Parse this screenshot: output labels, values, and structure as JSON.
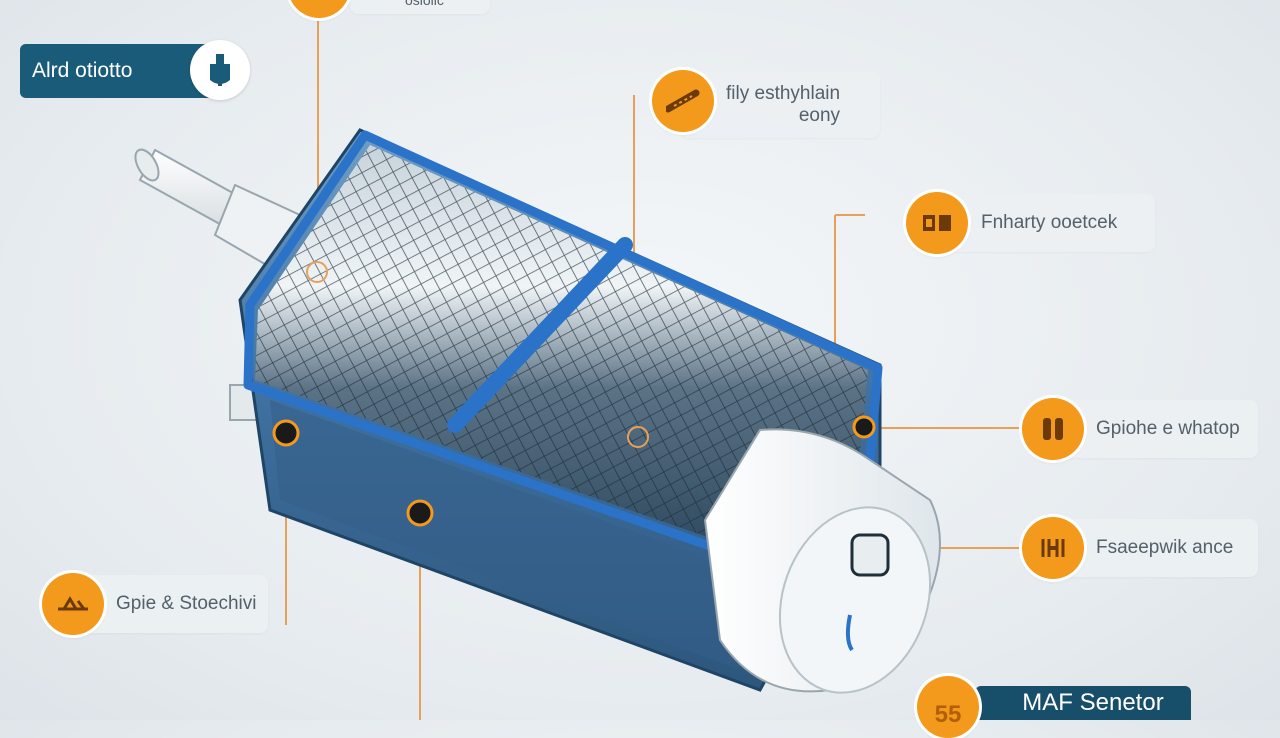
{
  "title": {
    "text": "Alrd otiotto",
    "icon": "plug-icon"
  },
  "callouts": {
    "top_partial": {
      "text": "osioiic"
    },
    "top_right": {
      "line1": "fily esthyhlain",
      "line2": "eony",
      "icon": "sensor-strip-icon"
    },
    "right_upper": {
      "text": "Fnharty ooetcek",
      "icon": "filter-block-icon"
    },
    "right_middle": {
      "text": "Gpiohe e whatop",
      "icon": "clip-icon"
    },
    "right_lower": {
      "text": "Fsaeepwik ance",
      "icon": "coupler-icon"
    },
    "left_lower": {
      "text": "Gpie & Stoechivi",
      "icon": "tool-icon"
    },
    "bottom_right": {
      "text": "MAF Senetor",
      "icon": "number-badge-icon",
      "badge_text": "55"
    }
  },
  "colors": {
    "accent_orange": "#f39a1c",
    "primary_blue": "#1a5b7a",
    "body_blue": "#3e6f9e",
    "rim_blue": "#2a73c9",
    "leader_line": "#e7a05a",
    "label_text": "#54606a"
  }
}
